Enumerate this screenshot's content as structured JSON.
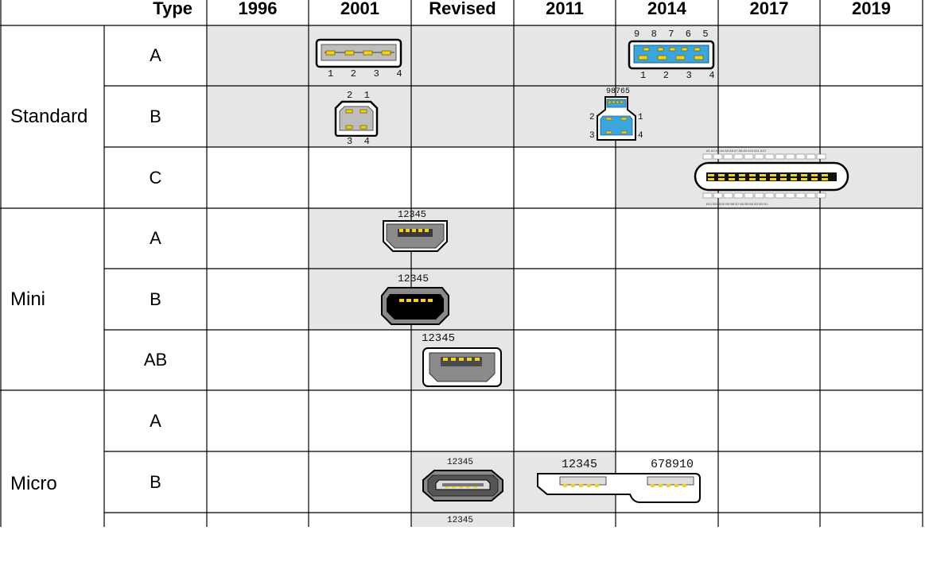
{
  "header": {
    "corner": "Type",
    "columns": [
      "1996",
      "2001",
      "Revised",
      "2011",
      "2014",
      "2017",
      "2019"
    ]
  },
  "groups": [
    {
      "name": "Standard",
      "rows": [
        "A",
        "B",
        "C"
      ]
    },
    {
      "name": "Mini",
      "rows": [
        "A",
        "B",
        "AB"
      ]
    },
    {
      "name": "Micro",
      "rows": [
        "A",
        "B",
        ""
      ]
    }
  ],
  "pins": {
    "std_a_usb2": "1   2   3   4",
    "std_a_usb3_top": "9  8  7  6  5",
    "std_a_usb3_bottom": "1   2   3   4",
    "std_b_top": "2  1",
    "std_b_bottom": "3  4",
    "std_b_usb3_top": "98765",
    "std_b_usb3_left_top": "2",
    "std_b_usb3_left_bottom": "3",
    "std_b_usb3_right_top": "1",
    "std_b_usb3_right_bottom": "4",
    "mini_a": "12345",
    "mini_b": "12345",
    "mini_ab": "12345",
    "micro_b": "12345",
    "micro_b_usb3_left": "12345",
    "micro_b_usb3_right": "678910",
    "micro_ab_partial": "12345"
  },
  "colors": {
    "shade": "#e6e6e6",
    "usb3_blue": "#3aa6e0",
    "pin_yellow": "#f2d21a"
  }
}
